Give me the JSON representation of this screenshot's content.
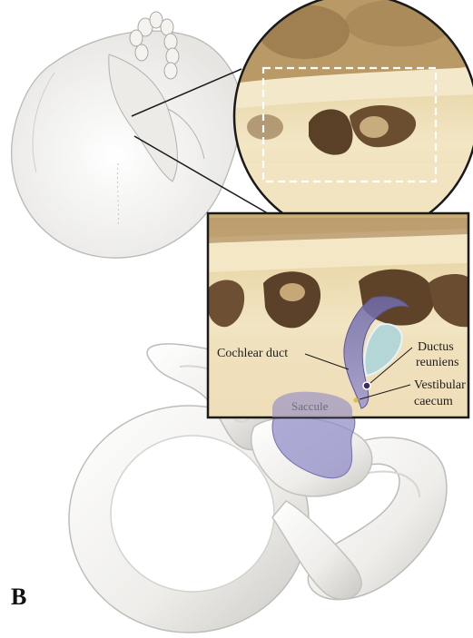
{
  "figure": {
    "panel_letter": "B",
    "labels": {
      "cochlear_duct": "Cochlear duct",
      "ductus_reuniens_line1": "Ductus",
      "ductus_reuniens_line2": "reuniens",
      "vestibular_caecum_line1": "Vestibular",
      "vestibular_caecum_line2": "caecum",
      "saccule": "Saccule"
    }
  },
  "colors": {
    "bone": "#f2f1ef",
    "bone_shadow": "#bdbcb8",
    "tissue_warm": "#d9b777",
    "tissue_cream": "#efe1bf",
    "cavity_dark": "#5a4027",
    "duct_fill": "#8b86c4",
    "duct_inner": "#a9d3da",
    "frame": "#1a1a1a"
  }
}
